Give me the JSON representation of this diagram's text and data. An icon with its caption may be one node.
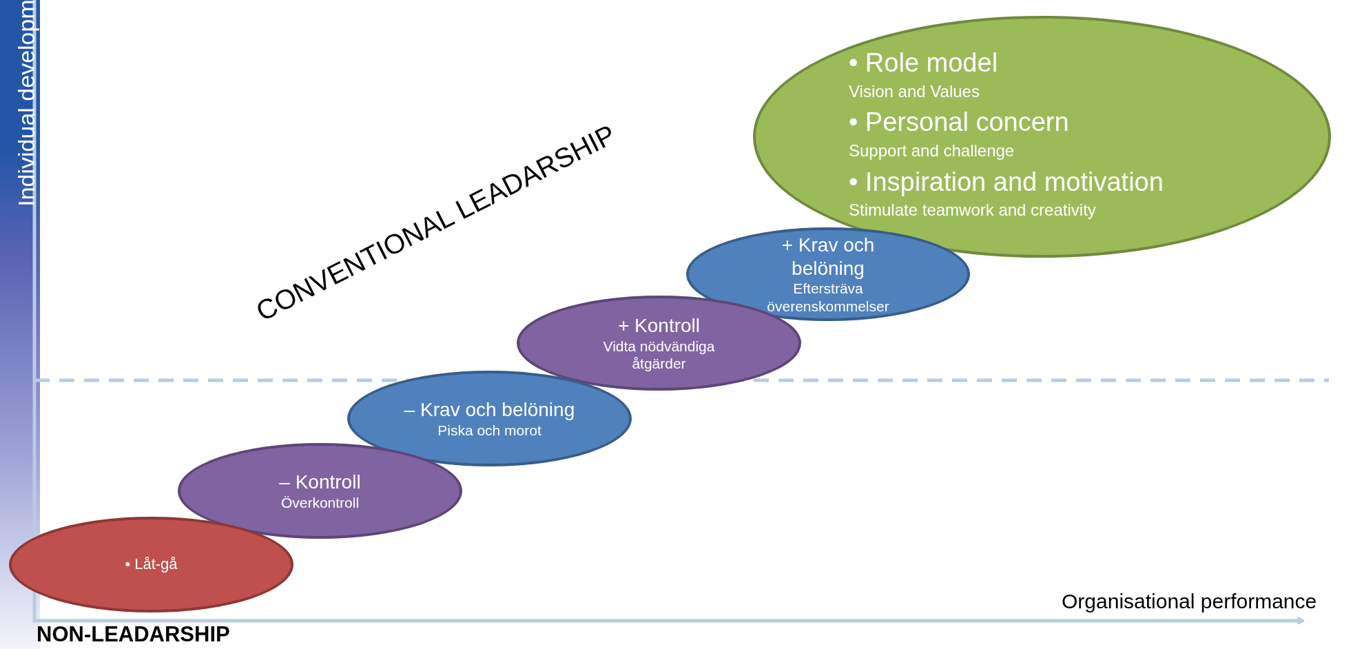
{
  "diagram": {
    "nodes": [
      {
        "text": [
          "• Låt-gå"
        ]
      },
      {
        "text": [
          "– Kontroll",
          "Överkontroll"
        ]
      },
      {
        "text": [
          "– Krav och belöning",
          "Piska och morot"
        ]
      },
      {
        "text": [
          "+ Kontroll",
          "Vidta nödvändiga åtgärder"
        ]
      },
      {
        "text": [
          "+ Krav och belöning",
          "Eftersträva överenskommelser"
        ]
      },
      {
        "text": [
          "• Role model",
          "Vision and Values",
          "• Personal concern",
          "Support and challenge",
          "• Inspiration and motivation",
          "Stimulate teamwork and creativity"
        ]
      }
    ],
    "edges": [],
    "labels": [
      "Individual developm",
      "CONVENTIONAL LEADARSHIP",
      "Organisational performance",
      "NON-LEADARSHIP"
    ]
  }
}
